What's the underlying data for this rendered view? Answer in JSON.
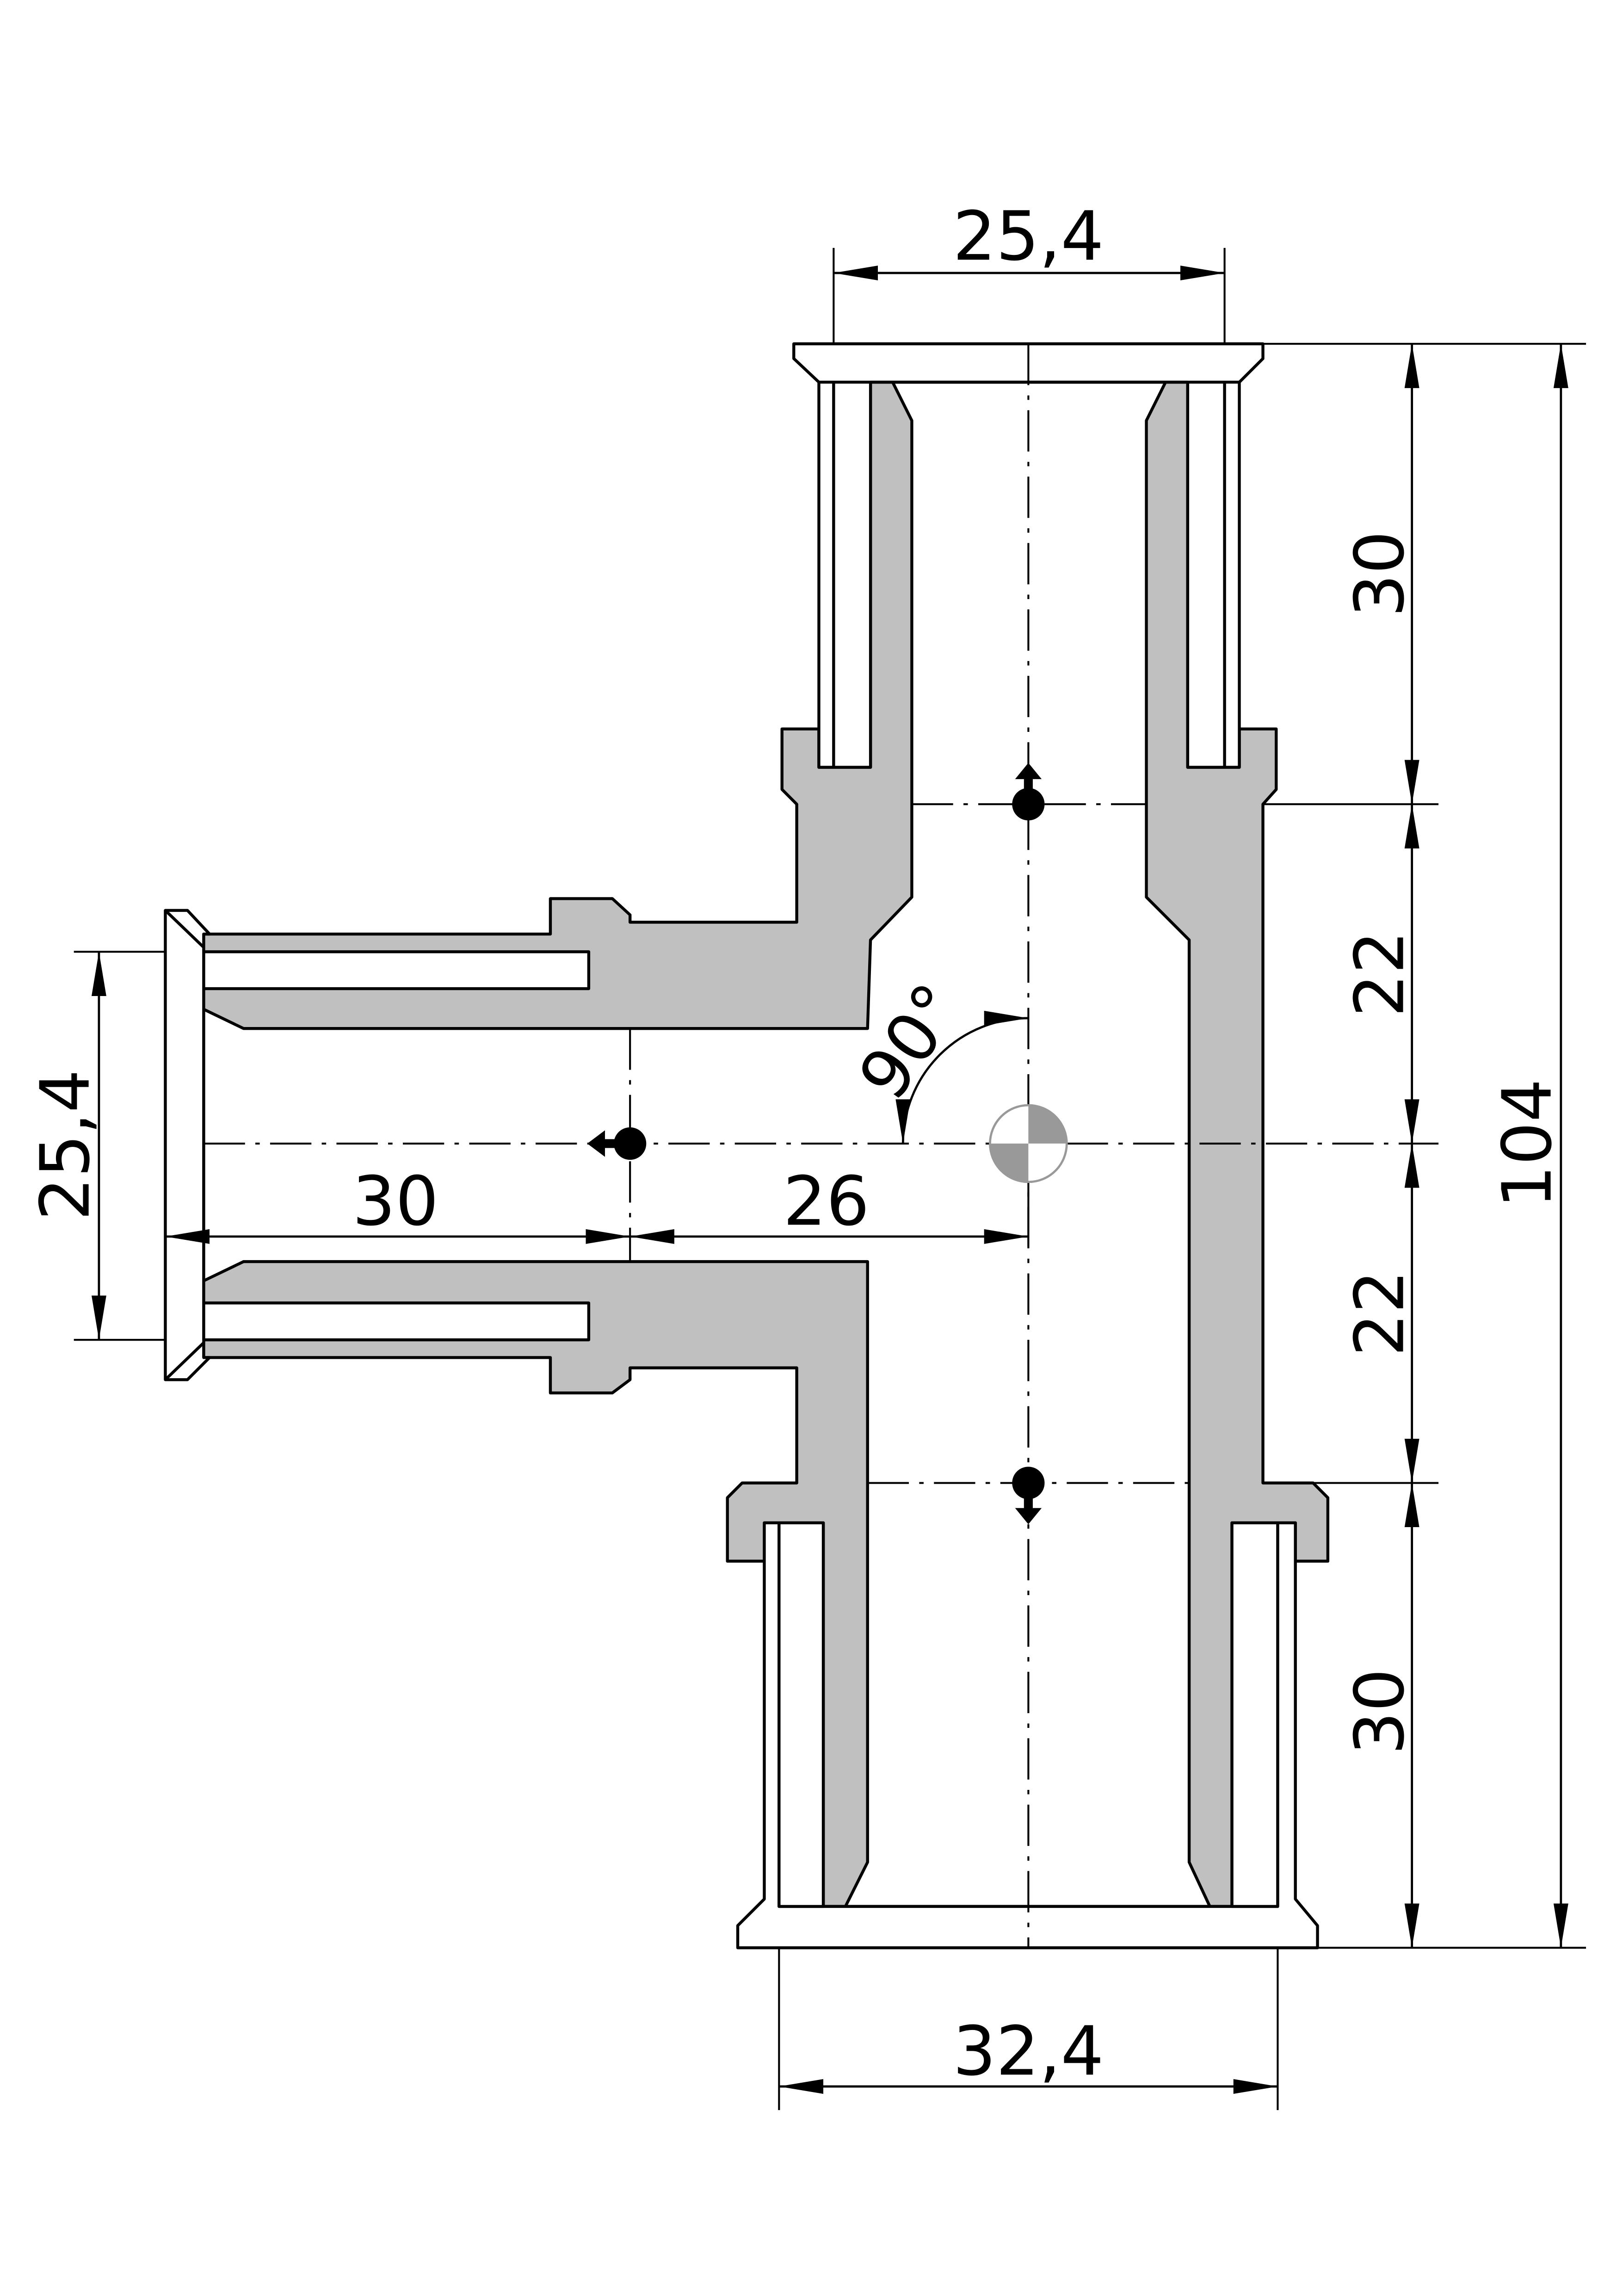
{
  "drawing": {
    "type": "Tee fitting section view",
    "dimensions": {
      "top_diameter": "25,4",
      "bottom_diameter": "32,4",
      "left_diameter": "25,4",
      "top_length": "30",
      "upper_center": "22",
      "lower_center": "22",
      "bottom_length": "30",
      "overall_height": "104",
      "left_length": "30",
      "left_center": "26",
      "angle": "90°"
    },
    "colors": {
      "section_fill": "#c0c0c0",
      "center_mark": "#999999",
      "line": "#000000"
    }
  }
}
